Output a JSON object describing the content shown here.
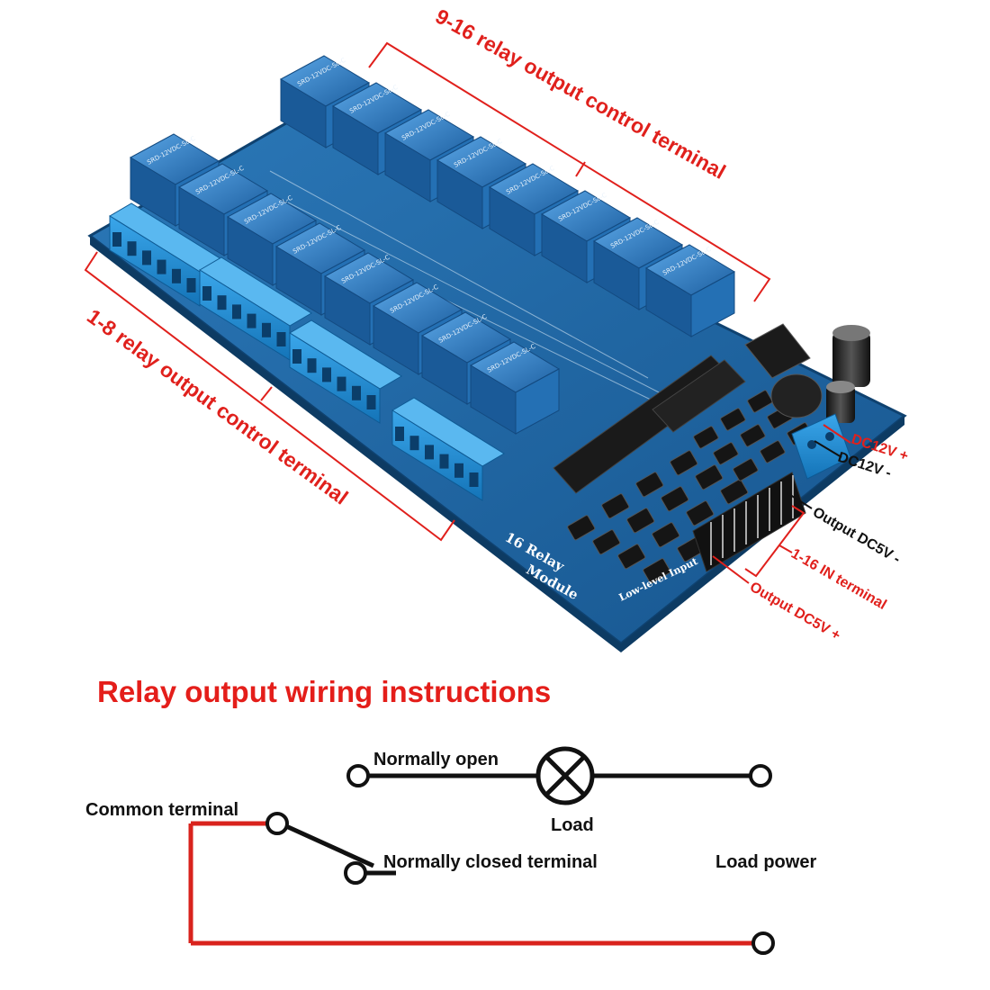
{
  "board": {
    "silkscreen_line1": "16  Relay",
    "silkscreen_line2": "Module",
    "silkscreen_input": "Low-level  Input",
    "relay_text": "SRD-12VDC-SL-C"
  },
  "callouts": {
    "top_terminal": "9-16 relay output control terminal",
    "left_terminal": "1-8 relay output control terminal",
    "dc12v_plus": "DC12V +",
    "dc12v_minus": "DC12V -",
    "output_dc5v_minus": "Output DC5V -",
    "in_terminal": "1-16 IN terminal",
    "output_dc5v_plus": "Output DC5V +"
  },
  "diagram": {
    "title": "Relay output wiring instructions",
    "normally_open": "Normally open",
    "load": "Load",
    "common_terminal": "Common terminal",
    "normally_closed_terminal": "Normally closed terminal",
    "load_power": "Load power"
  },
  "colors": {
    "callout_red": "#e0201c",
    "board_blue": "#1f6aa8",
    "relay_blue": "#2a7fc6",
    "terminal_blue": "#1f8fd6",
    "wire_red": "#d9231d"
  }
}
